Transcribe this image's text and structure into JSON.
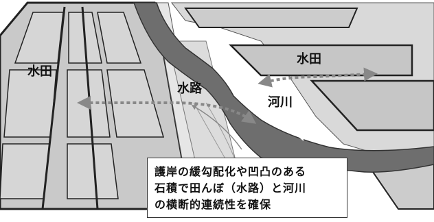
{
  "labels": {
    "paddy_left": "水田",
    "paddy_right": "水田",
    "channel": "水路",
    "river": "河川"
  },
  "caption": {
    "line1": "護岸の緩勾配化や凹凸のある",
    "line2": "石積で田んぼ（水路）と河川",
    "line3": "の横断的連続性を確保"
  }
}
